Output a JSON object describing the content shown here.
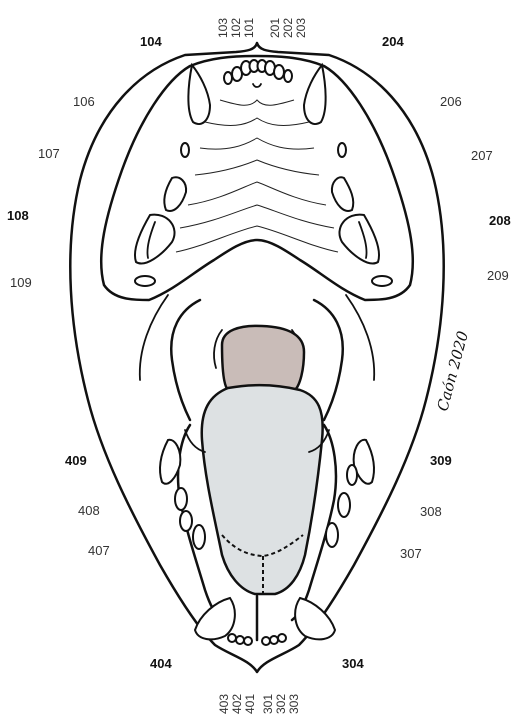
{
  "labels": {
    "upper_incisors_right": [
      "103",
      "102",
      "101"
    ],
    "upper_incisors_left": [
      "201",
      "202",
      "203"
    ],
    "lower_incisors_right": [
      "403",
      "402",
      "401"
    ],
    "lower_incisors_left": [
      "301",
      "302",
      "303"
    ],
    "t104": "104",
    "t106": "106",
    "t107": "107",
    "t108": "108",
    "t109": "109",
    "t204": "204",
    "t206": "206",
    "t207": "207",
    "t208": "208",
    "t209": "209",
    "t409": "409",
    "t408": "408",
    "t407": "407",
    "t404": "404",
    "t309": "309",
    "t308": "308",
    "t307": "307",
    "t304": "304"
  },
  "signature": "Caón 2020",
  "colors": {
    "outline": "#111111",
    "tongue": "#dde1e3",
    "pharynx": "#c9bcb8",
    "background": "#ffffff"
  }
}
